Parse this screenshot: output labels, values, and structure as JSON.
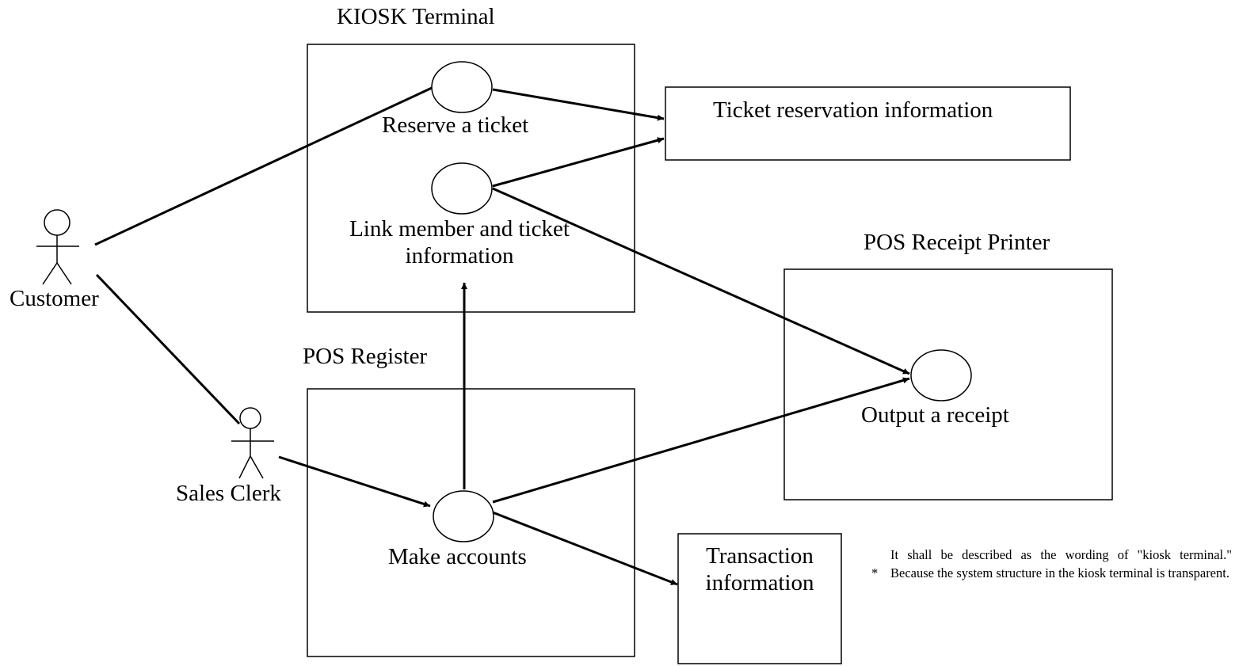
{
  "systems": {
    "kiosk": "KIOSK Terminal",
    "pos_register": "POS Register",
    "pos_printer": "POS Receipt Printer"
  },
  "actors": {
    "customer": "Customer",
    "sales_clerk": "Sales Clerk"
  },
  "use_cases": {
    "reserve_ticket": "Reserve a ticket",
    "link_member": [
      "Link member and ticket",
      "information"
    ],
    "make_accounts": "Make accounts",
    "output_receipt": "Output a receipt"
  },
  "data_stores": {
    "ticket_reservation": "Ticket reservation information",
    "transaction": [
      "Transaction",
      "information"
    ]
  },
  "note": {
    "line1": "It shall be described as the wording of \"kiosk terminal.\"",
    "bullet": "*",
    "line2": "Because the system structure in the kiosk terminal is transparent."
  }
}
